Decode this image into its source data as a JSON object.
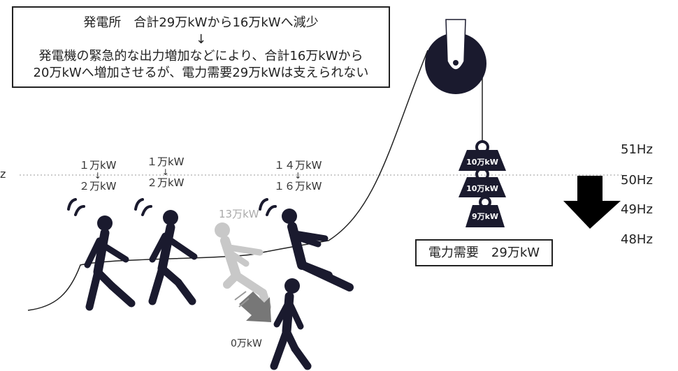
{
  "callout": {
    "line1": "発電所　合計29万kWから16万kWへ減少",
    "arrow": "↓",
    "line2": "発電機の緊急的な出力増加などにより、合計16万kWから",
    "line3": "20万kWへ増加させるが、電力需要29万kWは支えられない"
  },
  "frequencies": {
    "f51": "51Hz",
    "f50": "50Hz",
    "f49": "49Hz",
    "f48": "48Hz"
  },
  "edge_char": "z",
  "generators": [
    {
      "before": "１万kW",
      "arrow": "↓",
      "after": "２万kW"
    },
    {
      "before": "１万kW",
      "arrow": "↓",
      "after": "２万kW"
    },
    {
      "before": "１４万kW",
      "arrow": "↓",
      "after": "１６万kW"
    }
  ],
  "failed_generator": {
    "before": "13万kW",
    "after": "0万kW"
  },
  "weights": [
    "10万kW",
    "10万kW",
    "9万kW"
  ],
  "demand_label": "電力需要　29万kW",
  "colors": {
    "figure": "#1a1a2e",
    "failed_figure": "#c8c8c8",
    "down_arrow": "#000000",
    "line": "#222222"
  }
}
